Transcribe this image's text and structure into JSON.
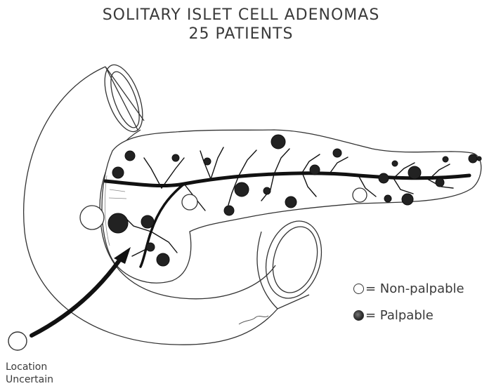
{
  "title": {
    "line1": "SOLITARY ISLET CELL ADENOMAS",
    "line2": "25 PATIENTS"
  },
  "legend": {
    "non_palpable": "= Non-palpable",
    "palpable": "= Palpable"
  },
  "location_uncertain": {
    "line1": "Location",
    "line2": "Uncertain"
  },
  "tumor_counts": {
    "palpable_drawn": 24,
    "non_palpable_drawn": 3,
    "location_uncertain_drawn": 1
  }
}
